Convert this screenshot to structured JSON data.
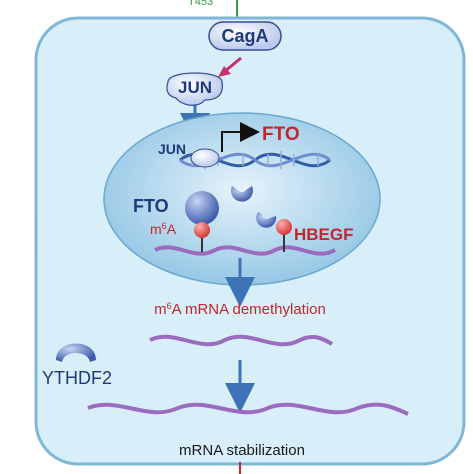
{
  "top_label": "T453",
  "cagA": "CagA",
  "jun_outer": "JUN",
  "jun_inner": "JUN",
  "fto_target": "FTO",
  "fto_protein": "FTO",
  "m6a_left": {
    "base": "m",
    "sup": "6",
    "rest": "A"
  },
  "hbegf": "HBEGF",
  "demethylation": {
    "base": "m",
    "sup": "6",
    "rest": "A mRNA demethylation"
  },
  "ythdf2": "YTHDF2",
  "stabilization": "mRNA stabilization",
  "colors": {
    "cell_fill": "#d8eef8",
    "cell_stroke": "#7fb7d6",
    "nucleus_fill": "#a9d3ea",
    "protein_blue": "#4b69b8",
    "protein_light": "#c9d6f0",
    "dark_blue": "#1f3a7a",
    "red": "#c0282d",
    "pink_arrow": "#c4336b",
    "rna_purple": "#9a6bbf",
    "arrow_blue": "#3d74b8",
    "top_green": "#3a9a44"
  }
}
